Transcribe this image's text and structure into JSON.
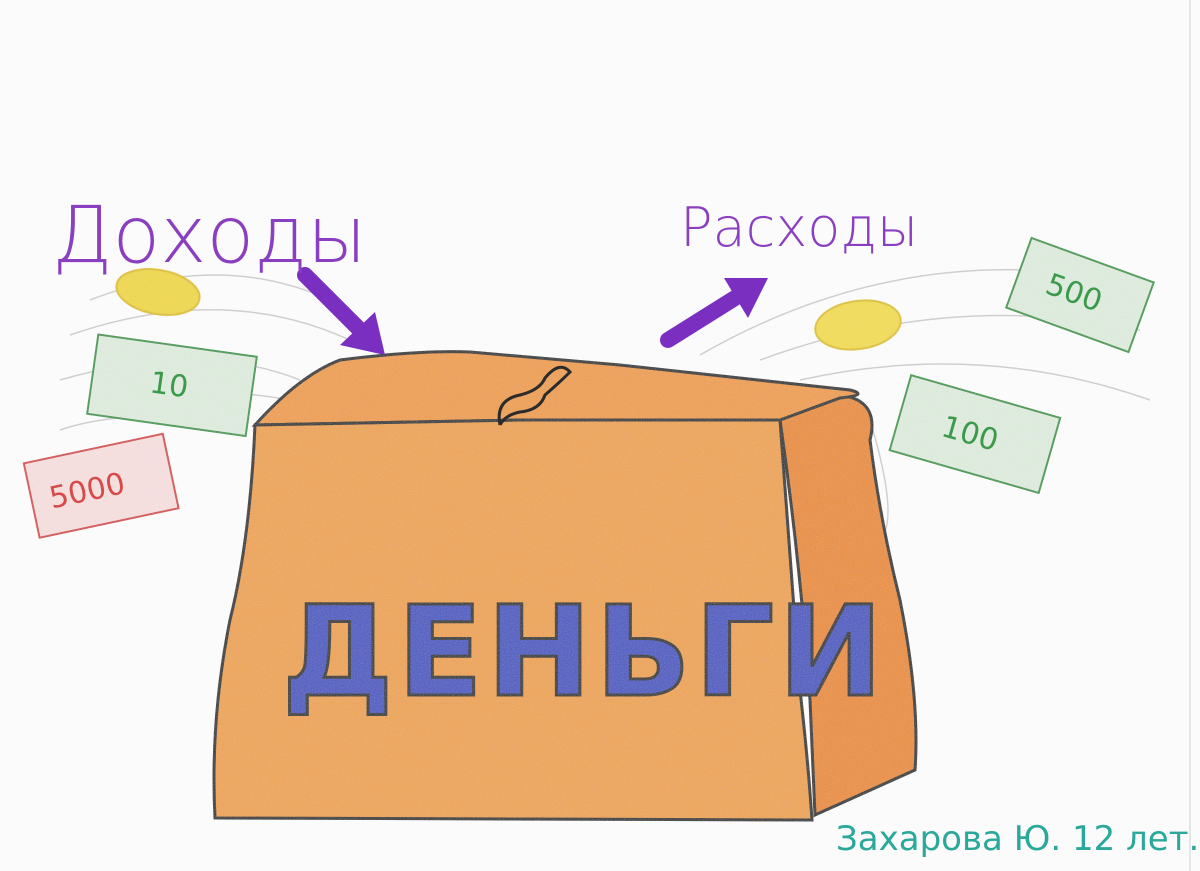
{
  "labels": {
    "income": "Доходы",
    "expenses": "Расходы",
    "money": "ДЕНЬГИ",
    "signature": "Захарова Ю. 12 лет."
  },
  "banknotes": {
    "note_10": "10",
    "note_5000": "5000",
    "note_500": "500",
    "note_100": "100"
  },
  "colors": {
    "income_text": "#8a3fc0",
    "expense_text": "#8a3fc0",
    "arrow": "#7a2fc0",
    "bag_front": "#f2a650",
    "bag_side": "#ee8f33",
    "bag_outline": "#2b2b2b",
    "money_letters": "#4656c4",
    "green_note": "#e2f1e2",
    "green_note_text": "#3a9a4a",
    "red_note": "#fbe3e3",
    "red_note_text": "#d84a4a",
    "coin": "#f4dc3a",
    "signature": "#2aa89a"
  }
}
